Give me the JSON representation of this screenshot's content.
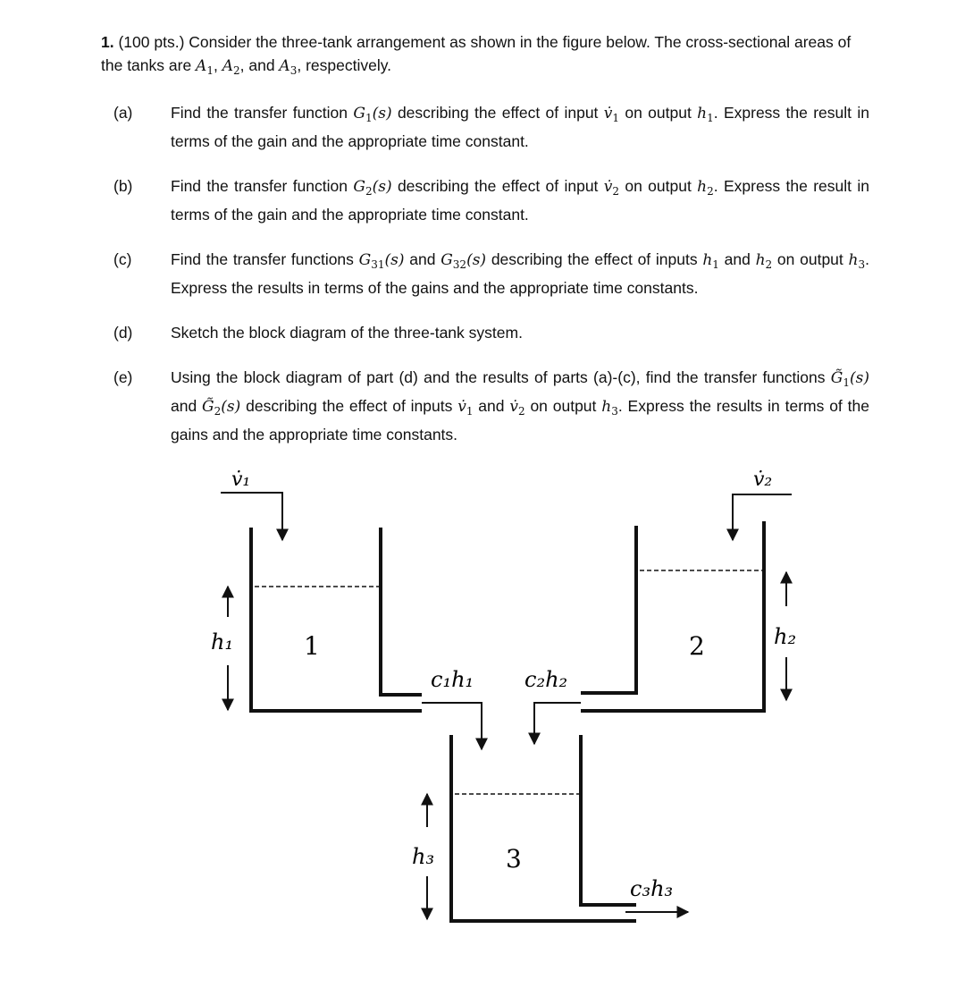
{
  "problem": {
    "number": "1.",
    "points": "(100 pts.)",
    "intro_a": "Consider the three-tank arrangement as shown in the figure below. The cross-sectional areas of the tanks are",
    "intro_b": "respectively."
  },
  "parts": [
    {
      "label": "(a)",
      "t1": "Find the transfer function",
      "t2": "describing the effect of input",
      "t3": "on output",
      "t4": ". Express the result in terms of the gain and the appropriate time constant."
    },
    {
      "label": "(b)",
      "t1": "Find the transfer function",
      "t2": "describing the effect of input",
      "t3": "on output",
      "t4": ". Express the result in terms of the gain and the appropriate time constant."
    },
    {
      "label": "(c)",
      "t1": "Find the transfer functions",
      "t2": "and",
      "t3": "describing the effect of inputs",
      "t4": "and",
      "t5": "on output",
      "t6": ". Express the results in terms of the gains and the appropriate time constants."
    },
    {
      "label": "(d)",
      "t1": "Sketch the block diagram of the three-tank system."
    },
    {
      "label": "(e)",
      "t1": "Using the block diagram of part (d) and the results of parts (a)-(c), find the transfer functions",
      "t2": "and",
      "t3": "describing the effect of inputs",
      "t4": "and",
      "t5": "on output",
      "t6": ". Express the results in terms of the gains and the appropriate time constants."
    }
  ],
  "figure": {
    "input1": "v̇₁",
    "input2": "v̇₂",
    "tank1_number": "1",
    "tank2_number": "2",
    "tank3_number": "3",
    "h1": "h₁",
    "h2": "h₂",
    "h3": "h₃",
    "flow1": "c₁h₁",
    "flow2": "c₂h₂",
    "flow3": "c₃h₃"
  }
}
